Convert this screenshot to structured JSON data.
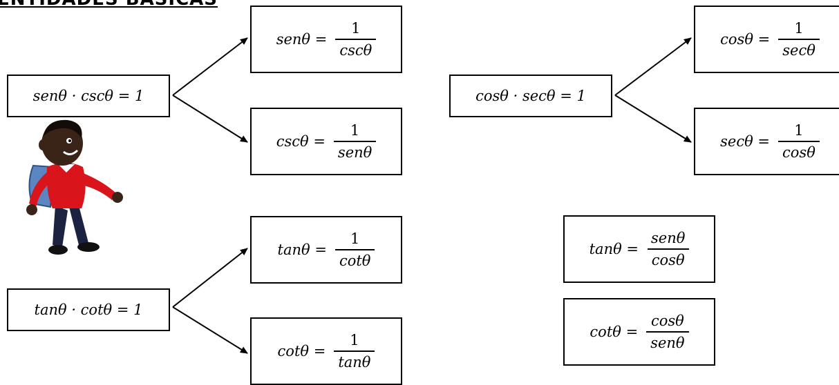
{
  "title": "ENTIDADES BÁSICAS",
  "groups": {
    "sen_csc": {
      "product": "senθ · cscθ = 1",
      "rule1": {
        "lhs": "senθ =",
        "num": "1",
        "den": "cscθ"
      },
      "rule2": {
        "lhs": "cscθ =",
        "num": "1",
        "den": "senθ"
      }
    },
    "cos_sec": {
      "product": "cosθ · secθ = 1",
      "rule1": {
        "lhs": "cosθ =",
        "num": "1",
        "den": "secθ"
      },
      "rule2": {
        "lhs": "secθ =",
        "num": "1",
        "den": "cosθ"
      }
    },
    "tan_cot": {
      "product": "tanθ · cotθ = 1",
      "rule1": {
        "lhs": "tanθ =",
        "num": "1",
        "den": "cotθ"
      },
      "rule2": {
        "lhs": "cotθ =",
        "num": "1",
        "den": "tanθ"
      }
    }
  },
  "quotients": {
    "tan": {
      "lhs": "tanθ =",
      "num": "senθ",
      "den": "cosθ"
    },
    "cot": {
      "lhs": "cotθ =",
      "num": "cosθ",
      "den": "senθ"
    }
  },
  "colors": {
    "stroke": "#000000",
    "shirt": "#d9141b",
    "pants": "#1b2340",
    "skin": "#3a2418",
    "backpack": "#5b86c2"
  }
}
